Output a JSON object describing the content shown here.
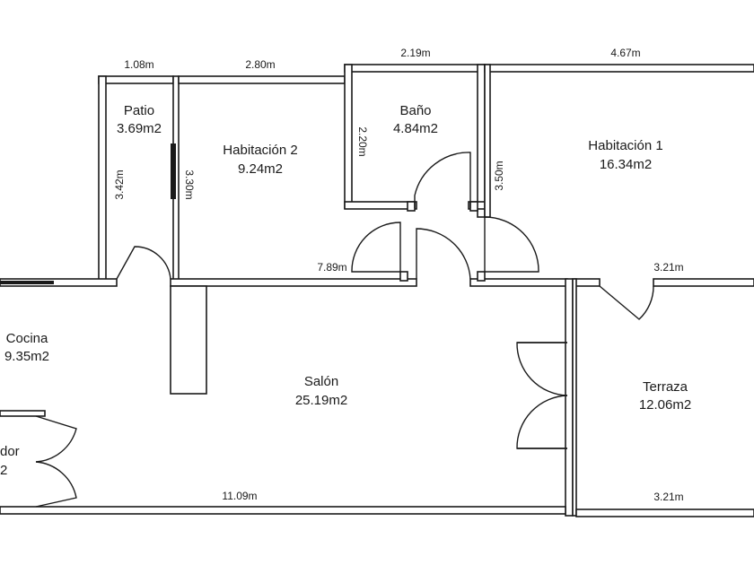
{
  "rooms": {
    "patio": {
      "name": "Patio",
      "area": "3.69m2"
    },
    "habitacion2": {
      "name": "Habitación 2",
      "area": "9.24m2"
    },
    "bano": {
      "name": "Baño",
      "area": "4.84m2"
    },
    "habitacion1": {
      "name": "Habitación 1",
      "area": "16.34m2"
    },
    "cocina": {
      "name": "Cocina",
      "area": "9.35m2"
    },
    "salon": {
      "name": "Salón",
      "area": "25.19m2"
    },
    "terraza": {
      "name": "Terraza",
      "area": "12.06m2"
    },
    "comedor": {
      "name": "dor",
      "area": "2"
    }
  },
  "dimensions": {
    "patio_top": "1.08m",
    "hab2_top": "2.80m",
    "bano_top": "2.19m",
    "hab1_top": "4.67m",
    "patio_side": "3.42m",
    "hab2_side": "3.30m",
    "bano_side": "2.20m",
    "hab1_side": "3.50m",
    "hall": "7.89m",
    "terraza_top": "3.21m",
    "salon_bottom": "11.09m",
    "terraza_bottom": "3.21m"
  }
}
